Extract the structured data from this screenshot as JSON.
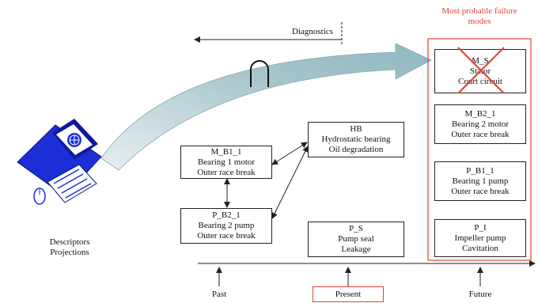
{
  "failure_modes_title": [
    "Most probable failure",
    "modes"
  ],
  "diagnostics_label": "Diagnostics",
  "descriptors_label": [
    "Descriptors",
    "Projections"
  ],
  "timeline": {
    "past": "Past",
    "present": "Present",
    "future": "Future"
  },
  "colors": {
    "red": "#e0453a",
    "teal": "#a9c8cf",
    "blue": "#1c2fd6"
  },
  "boxes": {
    "hb": {
      "code": "HB",
      "line1": "Hydrostatic bearing",
      "line2": "Oil degradation"
    },
    "mb11": {
      "code": "M_B1_1",
      "line1": "Bearing 1 motor",
      "line2": "Outer race break"
    },
    "pb21": {
      "code": "P_B2_1",
      "line1": "Bearing 2 pump",
      "line2": "Outer race break"
    },
    "ps": {
      "code": "P_S",
      "line1": "Pump seal",
      "line2": "Leakage"
    },
    "ms": {
      "code": "M_S",
      "line1": "Stator",
      "line2": "Court circuit"
    },
    "mb21": {
      "code": "M_B2_1",
      "line1": "Bearing 2 motor",
      "line2": "Outer race break"
    },
    "pb11": {
      "code": "P_B1_1",
      "line1": "Bearing 1 pump",
      "line2": "Outer race break"
    },
    "pi": {
      "code": "P_I",
      "line1": "Impeller pump",
      "line2": "Cavitation"
    }
  }
}
